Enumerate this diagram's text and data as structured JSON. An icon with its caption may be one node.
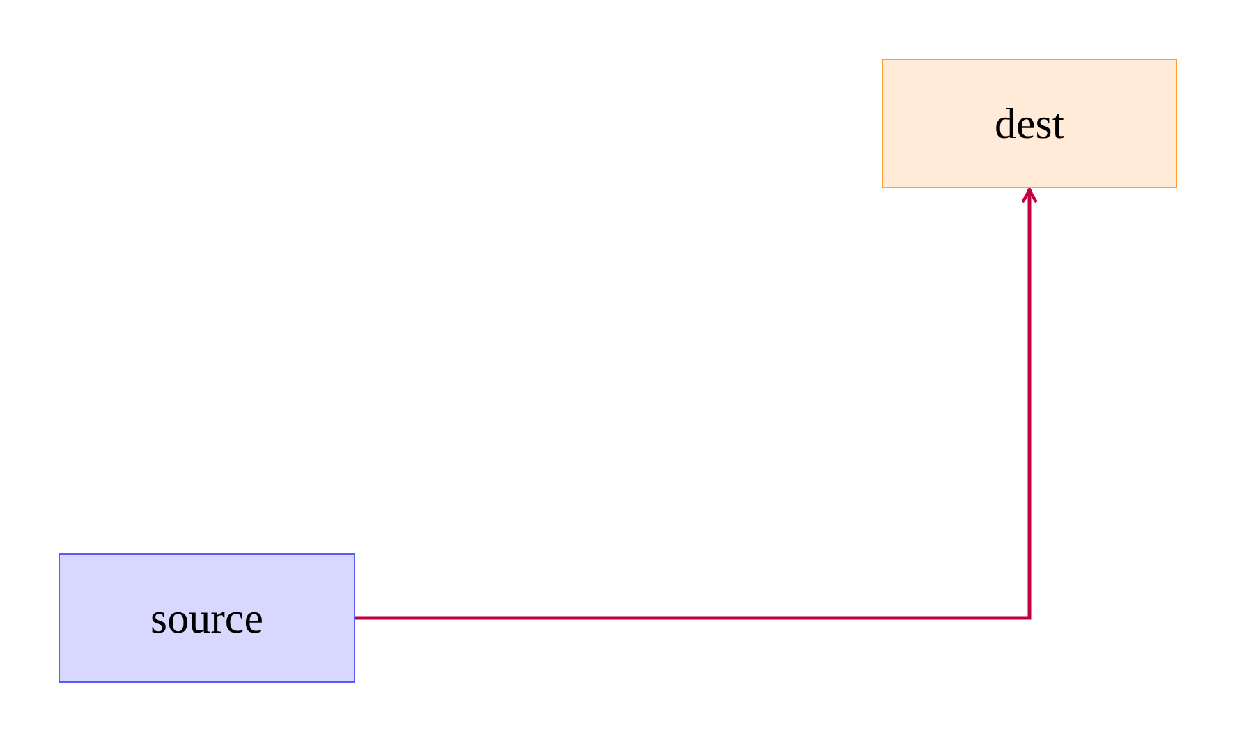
{
  "diagram": {
    "nodes": [
      {
        "text": [
          "source"
        ]
      },
      {
        "text": [
          "dest"
        ]
      }
    ],
    "edges": [
      {
        "from": 0,
        "to": 1,
        "arrow": "to"
      }
    ]
  }
}
